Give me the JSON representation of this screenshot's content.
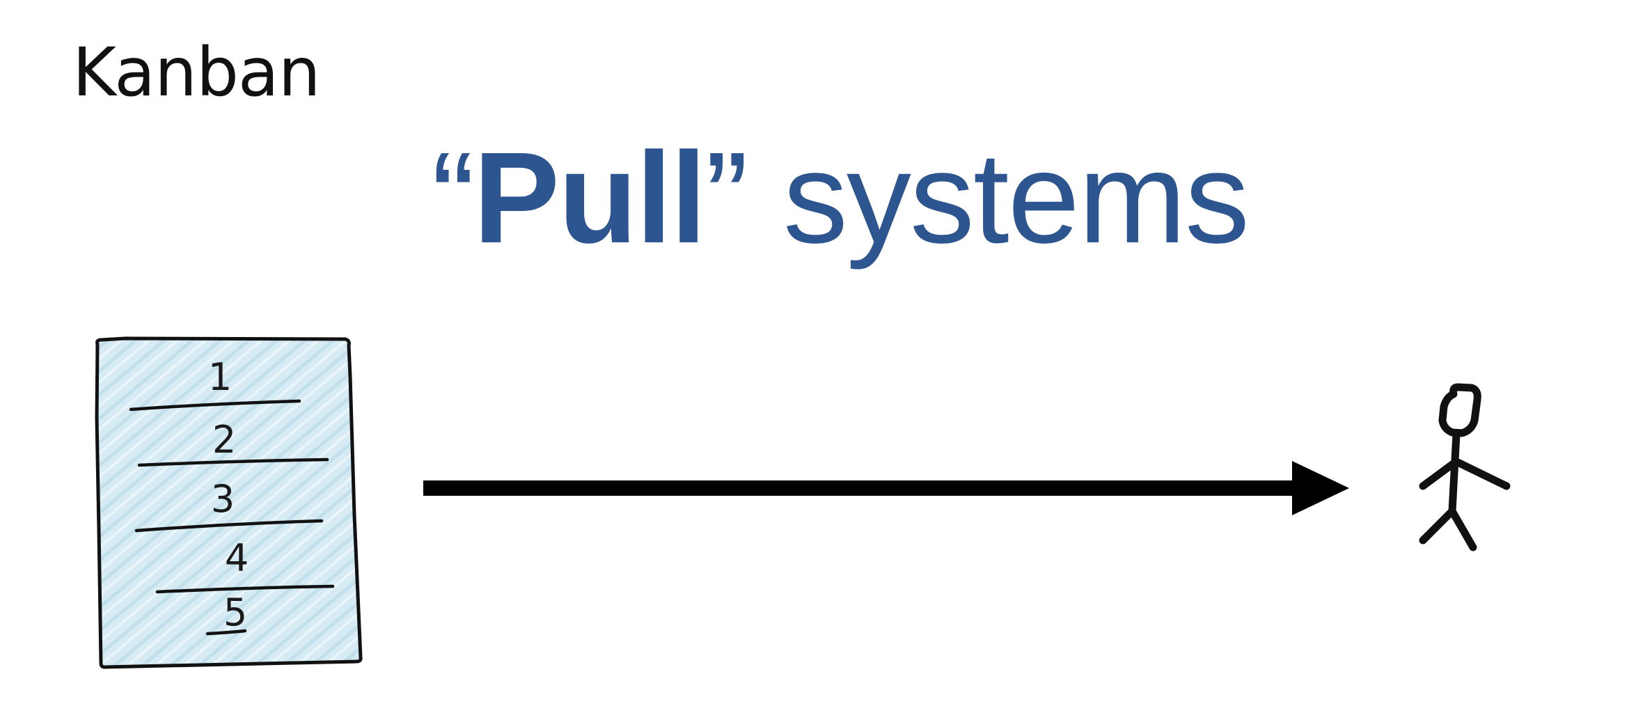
{
  "slide": {
    "title": "Kanban"
  },
  "headline": {
    "open_quote": "“",
    "emphasis": "Pull",
    "close_quote": "”",
    "rest": "systems"
  },
  "backlog_list": {
    "items": [
      "1",
      "2",
      "3",
      "4",
      "5"
    ],
    "fill_color": "#cfe8f2"
  },
  "arrow": {
    "direction": "right"
  },
  "person": {
    "icon": "stick-figure-icon"
  },
  "colors": {
    "headline": "#2d5590",
    "ink": "#111111"
  }
}
